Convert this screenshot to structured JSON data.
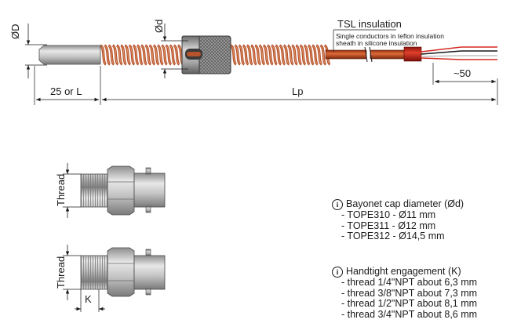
{
  "top_drawing": {
    "dia_D_label": "ØD",
    "dia_d_label": "Ød",
    "tsl_title": "TSL insulation",
    "tsl_line1": "Single conductors in teflon insulation",
    "tsl_line2": "sheath in silicone insulation",
    "tip_length_label": "25 or L",
    "probe_length_label": "Lp",
    "wire_length_label": "~50"
  },
  "side_views": {
    "thread_label_1": "Thread",
    "thread_label_2": "Thread",
    "engagement_label": "K"
  },
  "notes": {
    "bayonet": {
      "title": "Bayonet cap diameter (Ød)",
      "items": [
        "- TOPE310 - Ø11 mm",
        "- TOPE311 - Ø12 mm",
        "- TOPE312 - Ø14,5 mm"
      ]
    },
    "handtight": {
      "title": "Handtight engagement (K)",
      "items": [
        "- thread 1/4\"NPT about 6,3 mm",
        "- thread 3/8\"NPT about 7,3 mm",
        "- thread 1/2\"NPT about 8,1 mm",
        "- thread 3/4\"NPT about 8,6 mm"
      ]
    }
  },
  "colors": {
    "spring": "#b5532c",
    "sheath": "#c84a1c",
    "metal": "#bfbfbf"
  }
}
